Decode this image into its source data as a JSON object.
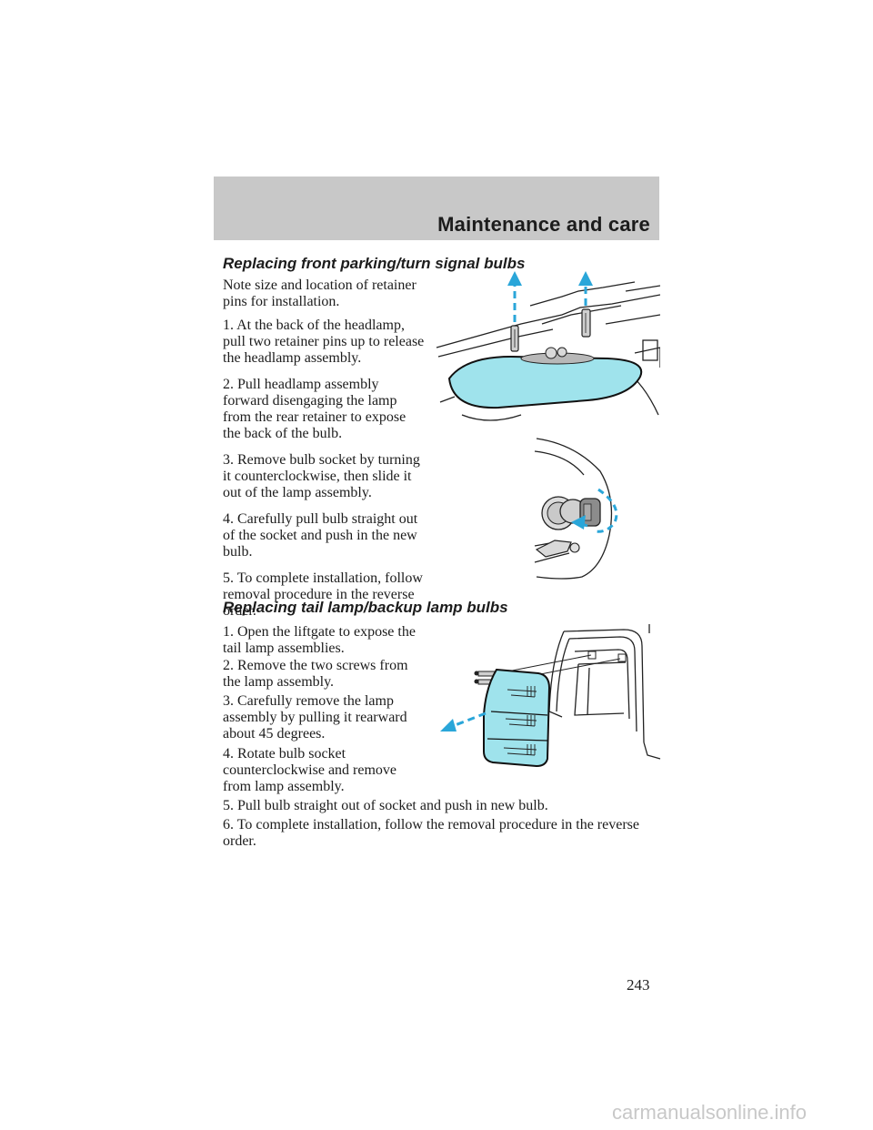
{
  "header": {
    "title": "Maintenance and care"
  },
  "sections": [
    {
      "heading": "Replacing front parking/turn signal bulbs",
      "paragraphs": [
        "Note size and location of retainer pins for installation.",
        "1. At the back of the headlamp, pull two retainer pins up to release the headlamp assembly.",
        "2. Pull headlamp assembly forward disengaging the lamp from the rear retainer to expose the back of the bulb.",
        "3. Remove bulb socket by turning it counterclockwise, then slide it out of the lamp assembly.",
        "4. Carefully pull bulb straight out of the socket and push in the new bulb.",
        "5. To complete installation, follow removal procedure in the reverse order."
      ]
    },
    {
      "heading": "Replacing tail lamp/backup lamp bulbs",
      "paragraphs": [
        "1. Open the liftgate to expose the tail lamp assemblies.",
        "2. Remove the two screws from the lamp assembly.",
        "3. Carefully remove the lamp assembly by pulling it rearward about 45 degrees.",
        "4. Rotate bulb socket counterclockwise and remove from lamp assembly.",
        "5. Pull bulb straight out of socket and push in new bulb.",
        "6. To complete installation, follow the removal procedure in the reverse order."
      ]
    }
  ],
  "page_number": "243",
  "footer": {
    "watermark": "carmanualsonline.info"
  },
  "colors": {
    "accent": "#2aa6d9",
    "lamp_fill": "#9fe3ec",
    "header_band": "#c8c8c8"
  }
}
